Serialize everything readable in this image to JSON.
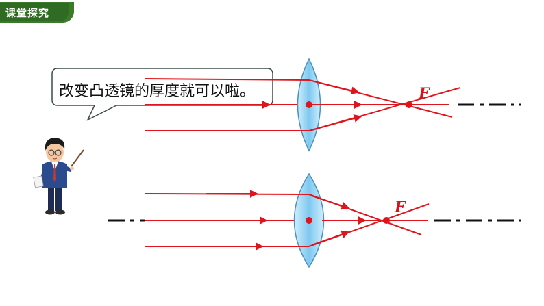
{
  "header": {
    "title": "课堂探究"
  },
  "speech": {
    "text": "改变凸透镜的厚度就可以啦。"
  },
  "diagram": {
    "focus_label_top": "F",
    "focus_label_bottom": "F",
    "ray_color": "#e0141c",
    "axis_color": "#111111",
    "lens_color": "#8fd0f0"
  }
}
